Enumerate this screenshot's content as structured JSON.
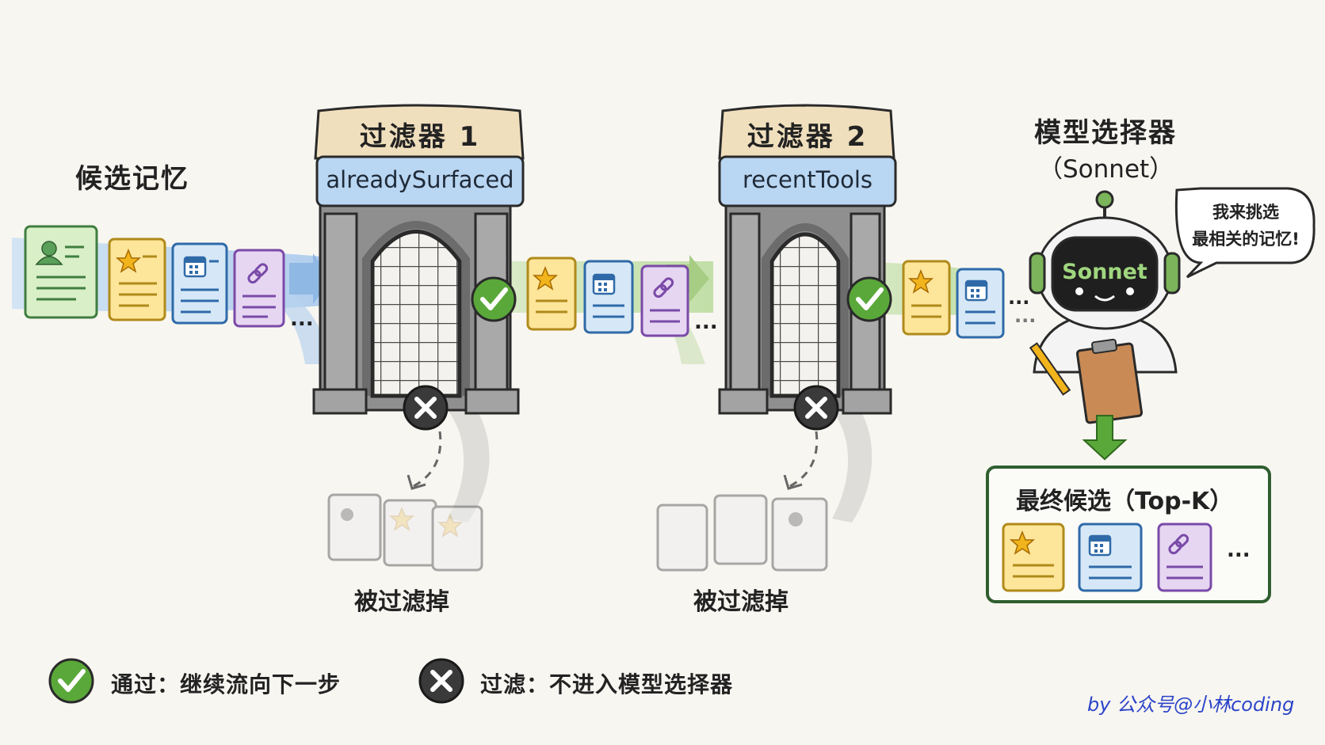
{
  "candidates": {
    "title": "候选记忆",
    "ellipsis": "..."
  },
  "filter1": {
    "title": "过滤器 1",
    "name": "alreadySurfaced",
    "rejected_label": "被过滤掉"
  },
  "filter2": {
    "title": "过滤器 2",
    "name": "recentTools",
    "rejected_label": "被过滤掉"
  },
  "selector": {
    "title": "模型选择器",
    "model": "（Sonnet）",
    "screen_text": "Sonnet",
    "speech_line1": "我来挑选",
    "speech_line2": "最相关的记忆!"
  },
  "final": {
    "title": "最终候选（Top-K）",
    "ellipsis": "..."
  },
  "mid_ellipsis": [
    "...",
    "...",
    "..."
  ],
  "legend": {
    "pass": "通过：继续流向下一步",
    "filter": "过滤：不进入模型选择器"
  },
  "credit": "by 公众号@小林coding",
  "colors": {
    "pass": "#5aa83a",
    "reject": "#3a3a3a",
    "person_card": "#d9efc8",
    "star_card": "#fde59a",
    "calendar_card": "#d6e8f7",
    "link_card": "#e6d6f2",
    "gate_banner": "#f0dfbd",
    "gate_sub": "#b9d6f2"
  },
  "icons": [
    "person-icon",
    "star-icon",
    "calendar-icon",
    "link-icon",
    "check-icon",
    "cross-icon",
    "robot-icon",
    "clipboard-icon",
    "pencil-icon"
  ]
}
